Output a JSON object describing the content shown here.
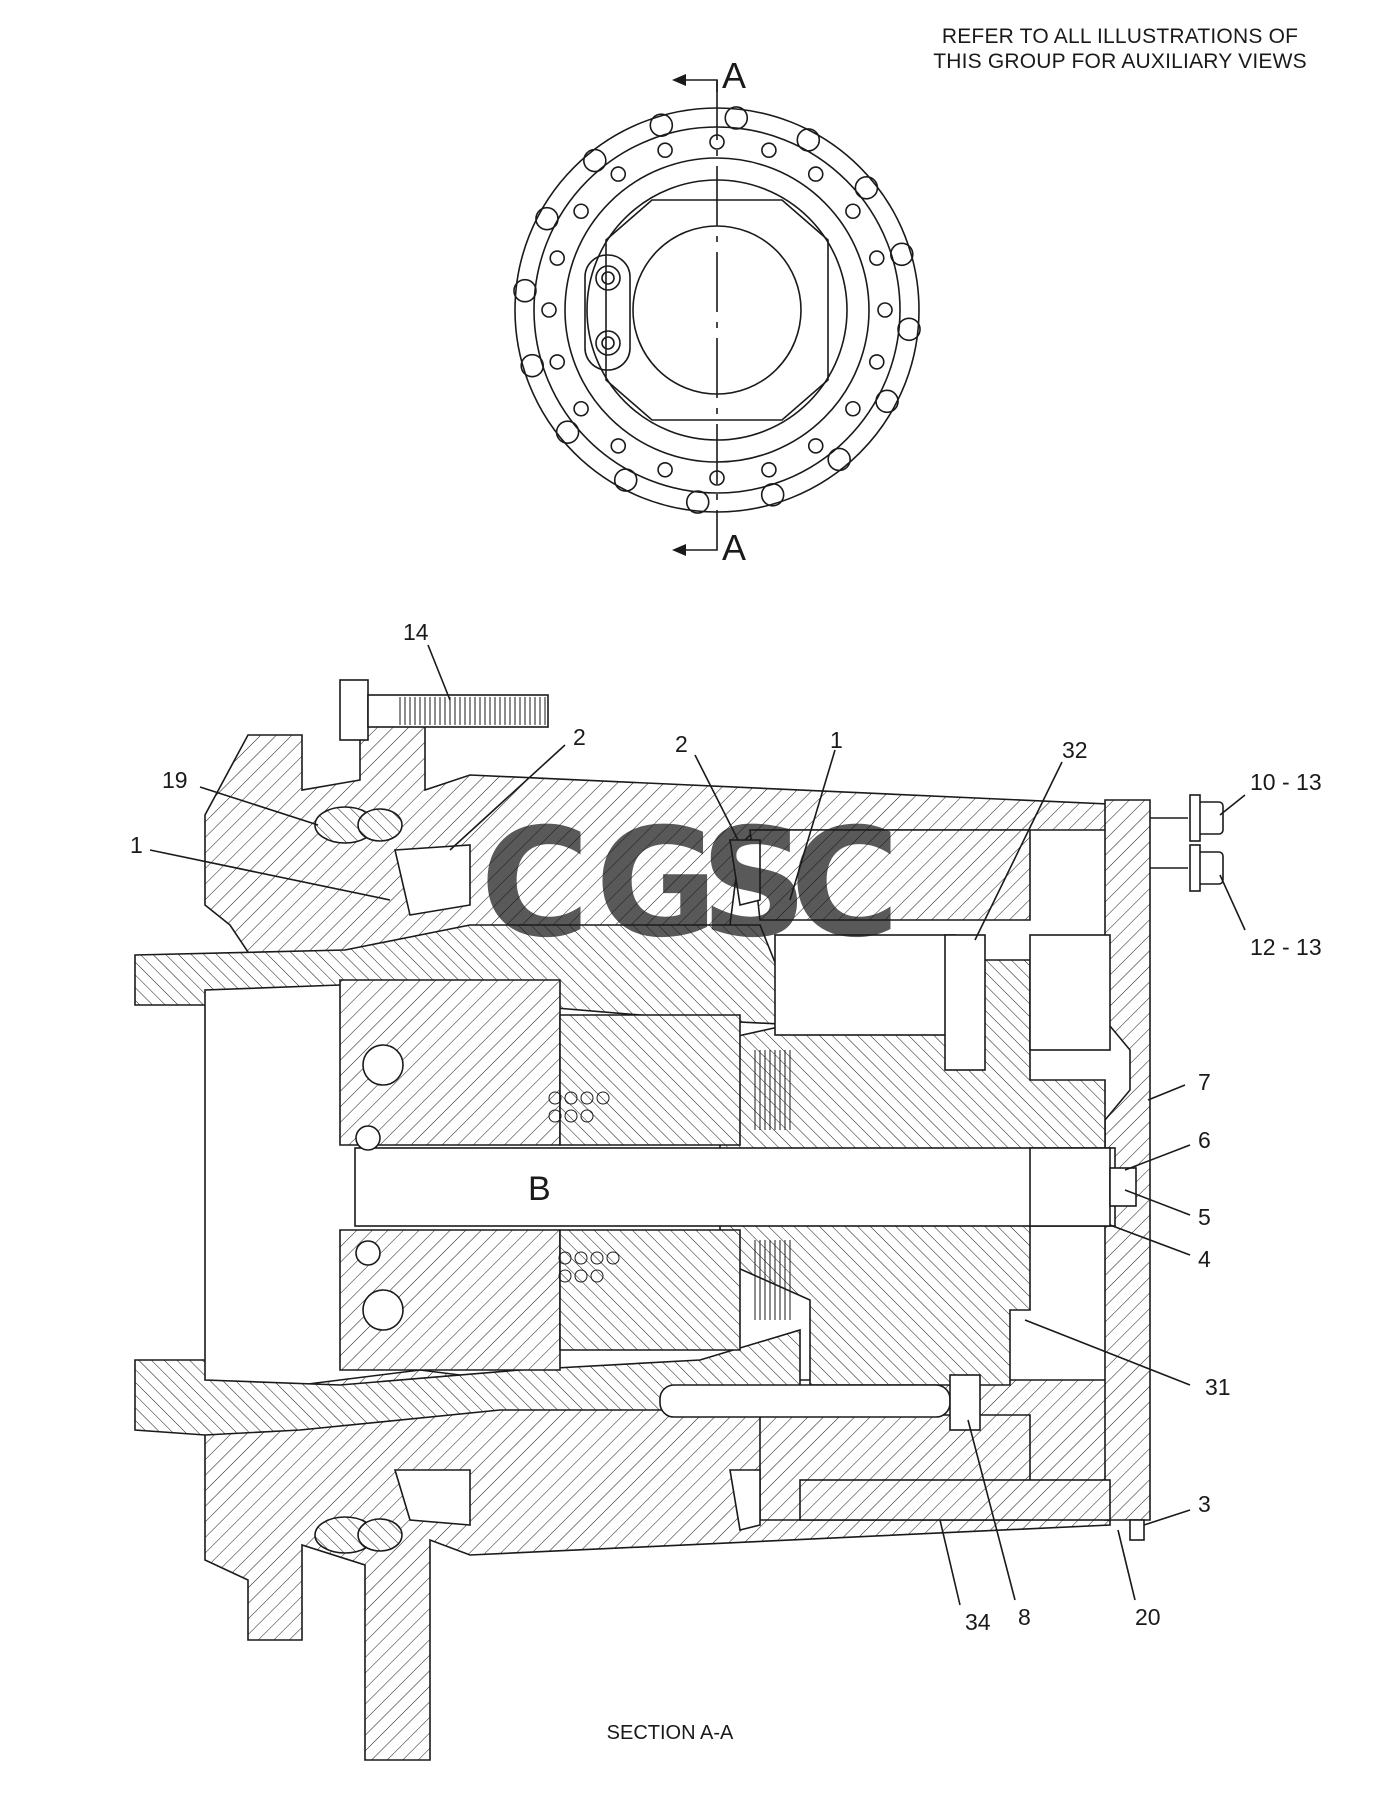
{
  "note": {
    "line1": "REFER TO ALL ILLUSTRATIONS OF",
    "line2": "THIS GROUP FOR AUXILIARY VIEWS"
  },
  "section_marker": "A",
  "section_title": "SECTION A-A",
  "detail_label": "B",
  "watermark": {
    "letters": [
      "C",
      "G",
      "S",
      "C"
    ],
    "colors": [
      "#4a86e8",
      "#ea6b5e",
      "#f6c443",
      "#2f9e6a"
    ]
  },
  "callouts": [
    "14",
    "2",
    "19",
    "1",
    "2",
    "1",
    "32",
    "10 - 13",
    "12 - 13",
    "7",
    "6",
    "5",
    "4",
    "31",
    "3",
    "20",
    "8",
    "34"
  ]
}
